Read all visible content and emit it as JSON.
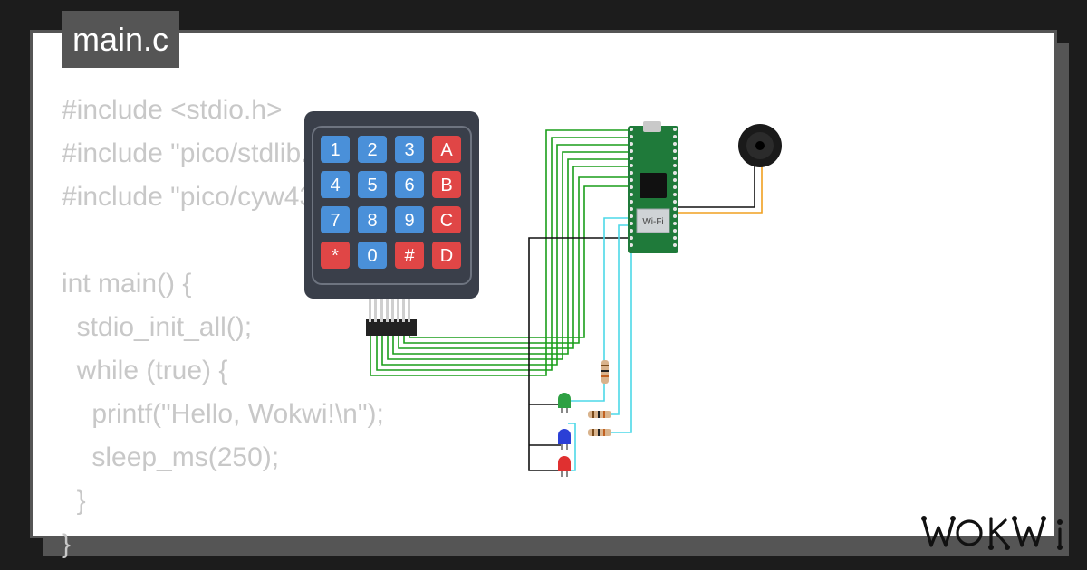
{
  "file_tab": {
    "label": "main.c"
  },
  "code_lines": [
    "#include <stdio.h>",
    "#include \"pico/stdlib.h\"",
    "#include \"pico/cyw43_arch.h\"",
    "",
    "int main() {",
    "  stdio_init_all();",
    "  while (true) {",
    "    printf(\"Hello, Wokwi!\\n\");",
    "    sleep_ms(250);",
    "  }",
    "}"
  ],
  "keypad": {
    "keys": [
      [
        "1",
        "2",
        "3",
        "A"
      ],
      [
        "4",
        "5",
        "6",
        "B"
      ],
      [
        "7",
        "8",
        "9",
        "C"
      ],
      [
        "*",
        "0",
        "#",
        "D"
      ]
    ],
    "colors": {
      "number": "#4a90d9",
      "letter": "#e04646",
      "body": "#3a3f4a"
    }
  },
  "pico": {
    "wifi_label": "Wi-Fi",
    "board_color": "#1f7a3a"
  },
  "leds": [
    {
      "color": "#2ea043",
      "name": "green"
    },
    {
      "color": "#2b3fd6",
      "name": "blue"
    },
    {
      "color": "#e03030",
      "name": "red"
    }
  ],
  "wire_colors": {
    "keypad": "#1a9e1a",
    "signal": "#4dd9e8",
    "ground": "#111111",
    "buzzer": "#f0a020"
  },
  "brand": {
    "logo": "WOKWi"
  }
}
